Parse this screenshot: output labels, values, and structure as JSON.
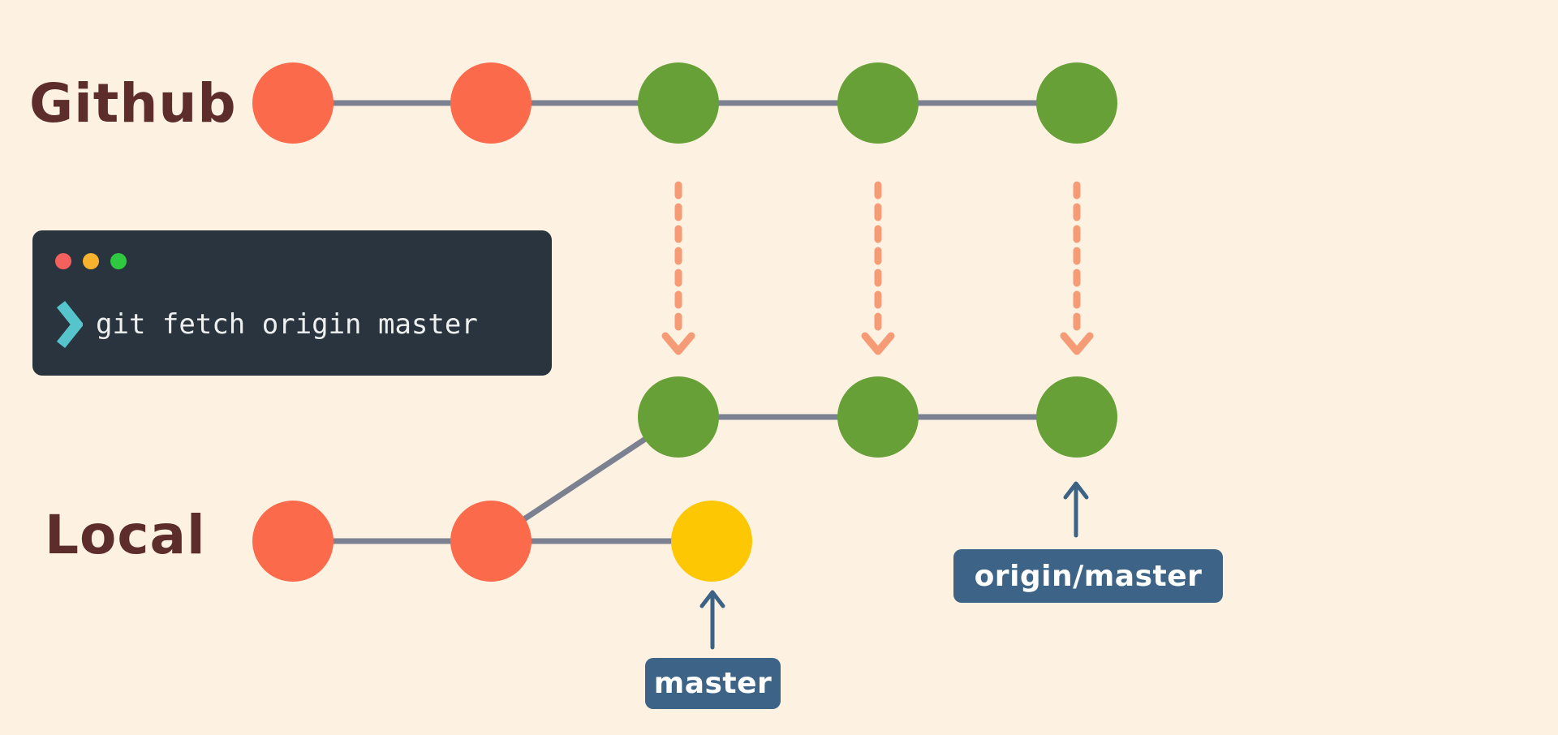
{
  "colors": {
    "background": "#fdf2e1",
    "row_label": "#5c2d2b",
    "commit_old": "#fc6a4c",
    "commit_new": "#67a036",
    "commit_local_head": "#fdc704",
    "graph_line": "#7b8191",
    "fetch_arrow": "#f59c77",
    "ref_arrow": "#3c6386",
    "badge_bg": "#3d6486",
    "badge_text": "#ffffff",
    "terminal_bg": "#2a343e",
    "terminal_text": "#eef0f0",
    "prompt_chevron": "#56c5cb",
    "traffic_red": "#f4605c",
    "traffic_amber": "#f7b32e",
    "traffic_green": "#2fc841"
  },
  "rows": {
    "github": {
      "label": "Github",
      "commits": [
        "old",
        "old",
        "new",
        "new",
        "new"
      ]
    },
    "local": {
      "label": "Local",
      "commits": [
        "old",
        "old",
        "head"
      ]
    },
    "fetched": {
      "commits": [
        "new",
        "new",
        "new"
      ]
    }
  },
  "terminal": {
    "window_controls": [
      "close",
      "minimize",
      "maximize"
    ],
    "prompt_symbol": "❯",
    "command": "git fetch origin master"
  },
  "badges": {
    "master": {
      "label": "master"
    },
    "origin_master": {
      "label": "origin/master"
    }
  }
}
